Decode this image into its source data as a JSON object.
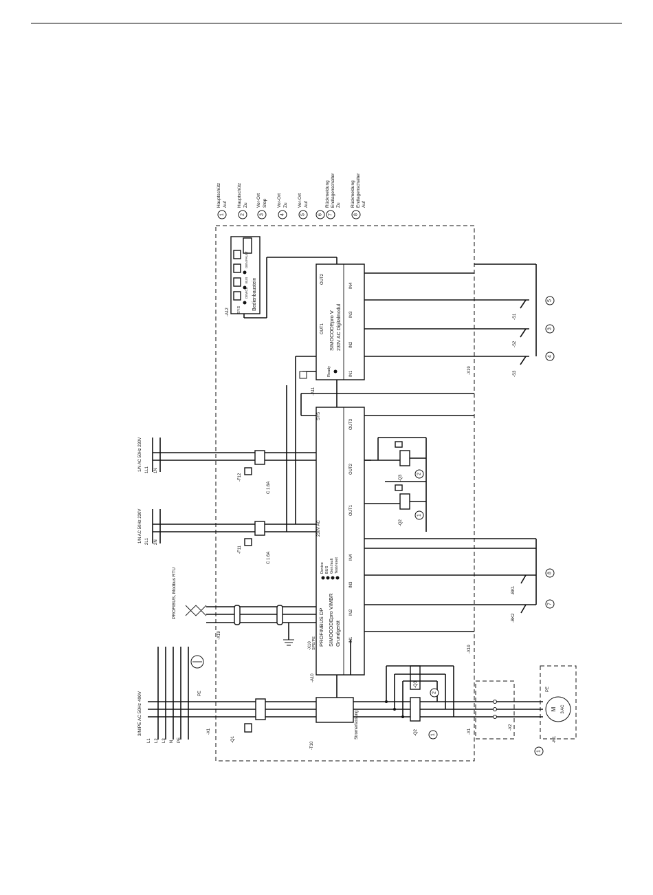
{
  "legend": [
    {
      "num": "1",
      "lines": [
        "Hauptschütz",
        "Auf"
      ]
    },
    {
      "num": "2",
      "lines": [
        "Hauptschütz",
        "Zu"
      ]
    },
    {
      "num": "3",
      "lines": [
        "Vor-Ort",
        "Stop"
      ]
    },
    {
      "num": "4",
      "lines": [
        "Vor-Ort",
        "Zu"
      ]
    },
    {
      "num": "5",
      "lines": [
        "Vor-Ort",
        "Auf"
      ]
    },
    {
      "num": "6",
      "lines": [
        "Rückmeldung",
        "Endlagenschalter",
        "Zu"
      ]
    },
    {
      "num": "7",
      "lines": []
    },
    {
      "num": "8",
      "lines": [
        "Rückmeldung",
        "Endlagenschalter",
        "Auf"
      ]
    }
  ],
  "supplies": {
    "main": [
      "3/N/PE AC 50Hz 400V",
      "L1",
      "L2",
      "L3",
      "N",
      "PE"
    ],
    "ac1": [
      "1/N AC 50Hz 230V",
      "2L1",
      "2N"
    ],
    "ac2": [
      "1/N AC 50Hz 230V",
      "1L1",
      "1N"
    ],
    "bus": "PROFIBUS, Modbus RTU",
    "pe_label": "PE"
  },
  "devices": {
    "basic_unit": {
      "id": "-A10",
      "name": "SIMOCODEpro V/MBR",
      "sub": "Grundgerät",
      "bus": "PROFINBUS DP",
      "leds": [
        "Device",
        "BUS",
        "Gen.fault",
        "Test/reset"
      ],
      "inputs": [
        "IN1",
        "IN2",
        "IN3",
        "IN4"
      ],
      "outputs": [
        "OUT1",
        "OUT2",
        "OUT3"
      ],
      "supply": "230V AC",
      "sys": "SYS",
      "spe": "SPE/PE"
    },
    "digital_module": {
      "id": "-A11",
      "name": "SIMOCODEpro V",
      "sub": "230V AC Digitalmodul",
      "inputs": [
        "IN1",
        "IN2",
        "IN3",
        "IN4"
      ],
      "outputs": [
        "OUT1",
        "OUT2"
      ],
      "ready": "Ready"
    },
    "operator_panel": {
      "id": "-A12",
      "name": "Bedienbaustein",
      "leds": [
        "DEVICE",
        "BUS",
        "GEN.FAULT"
      ],
      "sys": "SYS"
    },
    "current_module": {
      "id": "-T10",
      "name": "Stromerfassung"
    },
    "motor": {
      "id": "-M1",
      "type": "M",
      "ac": "3 AC",
      "pe": "PE"
    },
    "fuse_f11": {
      "id": "-F11",
      "rating": "C 1.6A"
    },
    "fuse_f12": {
      "id": "-F12",
      "rating": "C 1.6A"
    },
    "breaker": {
      "id": "-Q1"
    },
    "contactor_q2": {
      "id": "-Q2"
    },
    "contactor_q3": {
      "id": "-Q3"
    },
    "terminals": [
      "-X1",
      "-X2",
      "-X19",
      "-X10"
    ],
    "switches": [
      "-S1",
      "-S2",
      "-S3",
      "-BK1",
      "-BK2"
    ]
  }
}
